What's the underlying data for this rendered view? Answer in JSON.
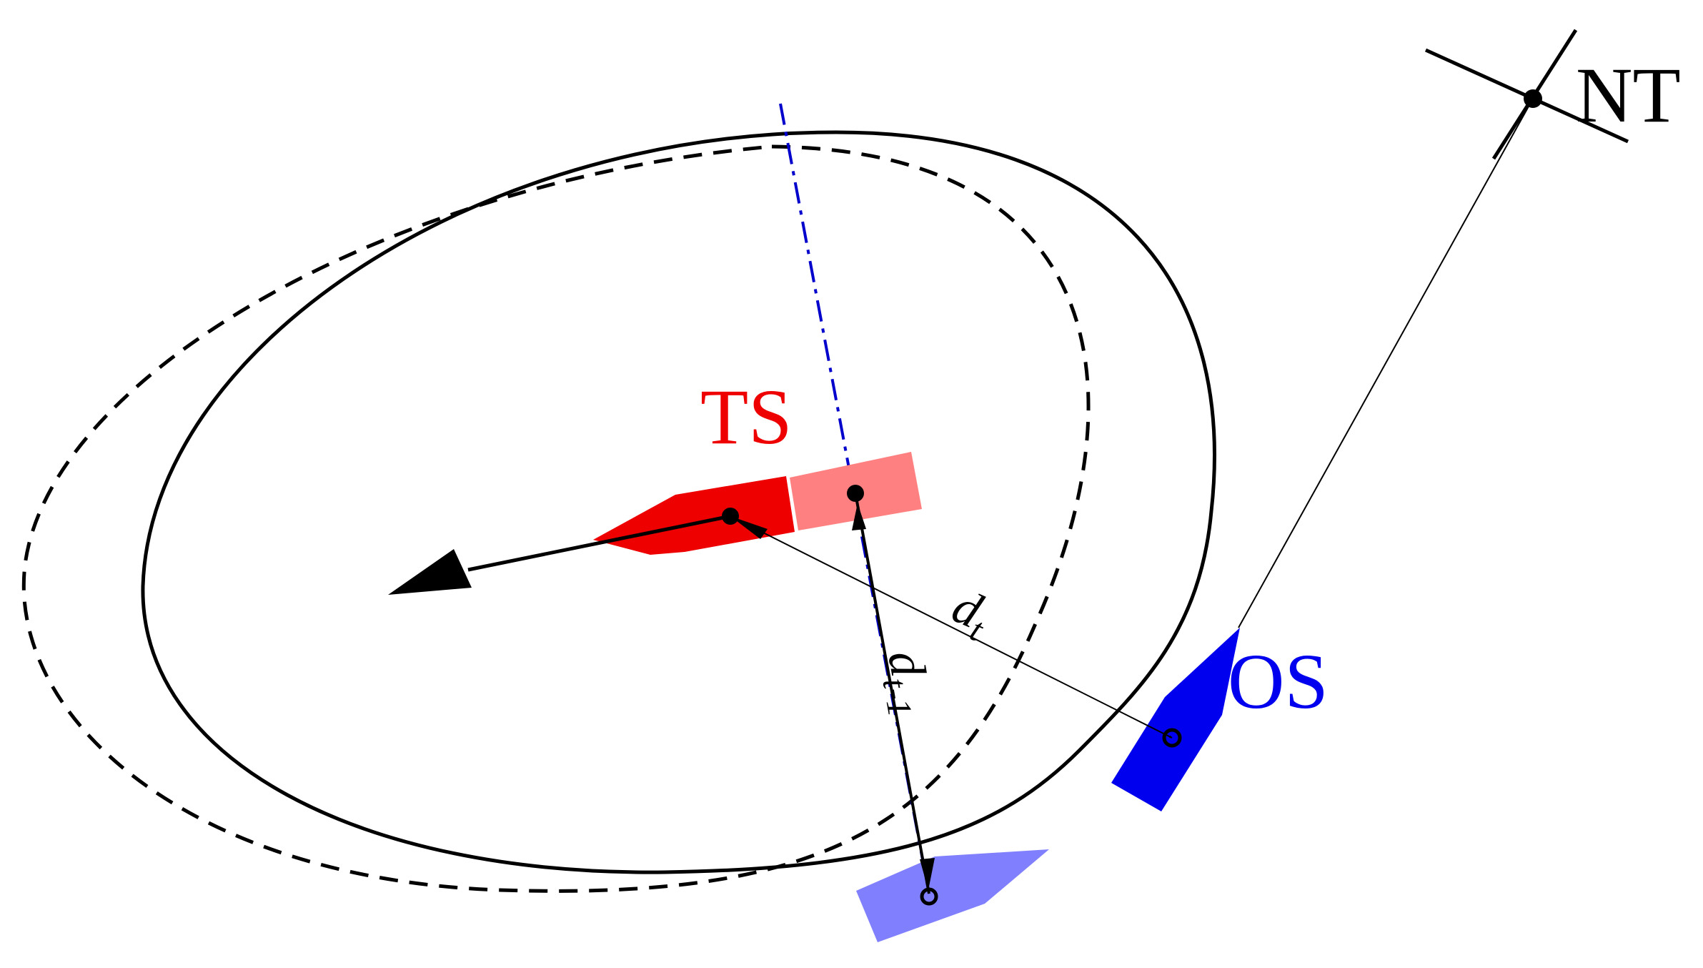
{
  "labels": {
    "target_ship": "TS",
    "own_ship": "OS",
    "next_target": "NT",
    "distance_t_base": "d",
    "distance_t_sub": "t",
    "distance_t1_base": "d",
    "distance_t1_sub": "t-1"
  },
  "colors": {
    "target_ship": "#ee0000",
    "target_ship_previous": "#ff8080",
    "own_ship": "#0000ee",
    "own_ship_previous": "#8080ff",
    "domain_outline": "#000000",
    "axis_dashdot": "#0000cc"
  },
  "icons": {
    "target_ship": "ship-hull-icon",
    "own_ship": "ship-hull-icon",
    "next_target": "crosshair-icon"
  }
}
